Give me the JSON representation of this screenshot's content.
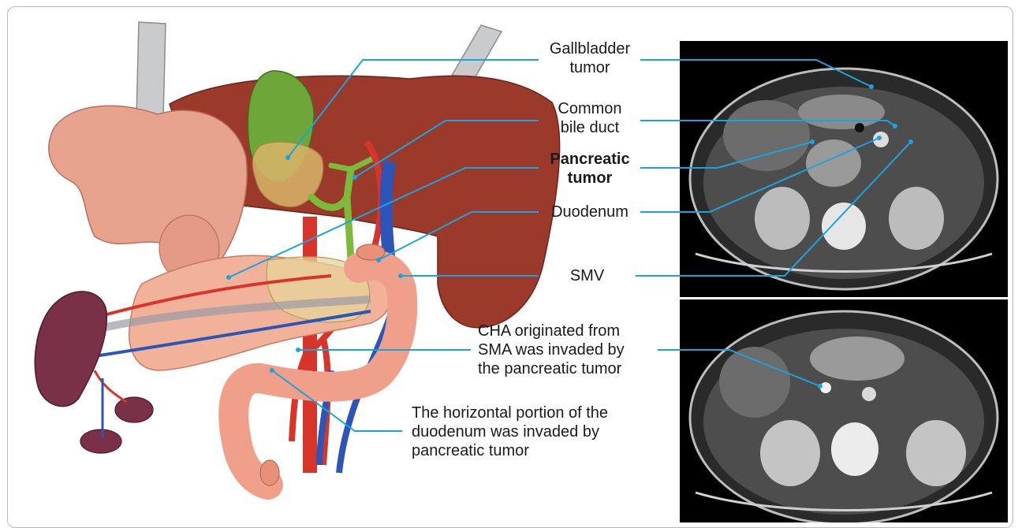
{
  "labels": {
    "gallbladder_1": "Gallbladder",
    "gallbladder_2": "tumor",
    "cbd_1": "Common",
    "cbd_2": "bile duct",
    "pancreatic_1": "Pancreatic",
    "pancreatic_2": "tumor",
    "duodenum": "Duodenum",
    "smv": "SMV",
    "cha_1": "CHA originated from",
    "cha_2": "SMA was invaded by",
    "cha_3": "the pancreatic tumor",
    "horiz_1": "The horizontal portion of the",
    "horiz_2": "duodenum was invaded by",
    "horiz_3": "pancreatic tumor"
  },
  "colors": {
    "leader_line": "#1ba3e0",
    "liver": "#9b3a2a",
    "liver_left": "#e8a38f",
    "gallbladder": "#6fa63a",
    "tumor": "#d9b56a",
    "artery": "#d8352a",
    "vein": "#2d55b8",
    "pancreas": "#f2b29a",
    "kidney": "#7a3148"
  }
}
